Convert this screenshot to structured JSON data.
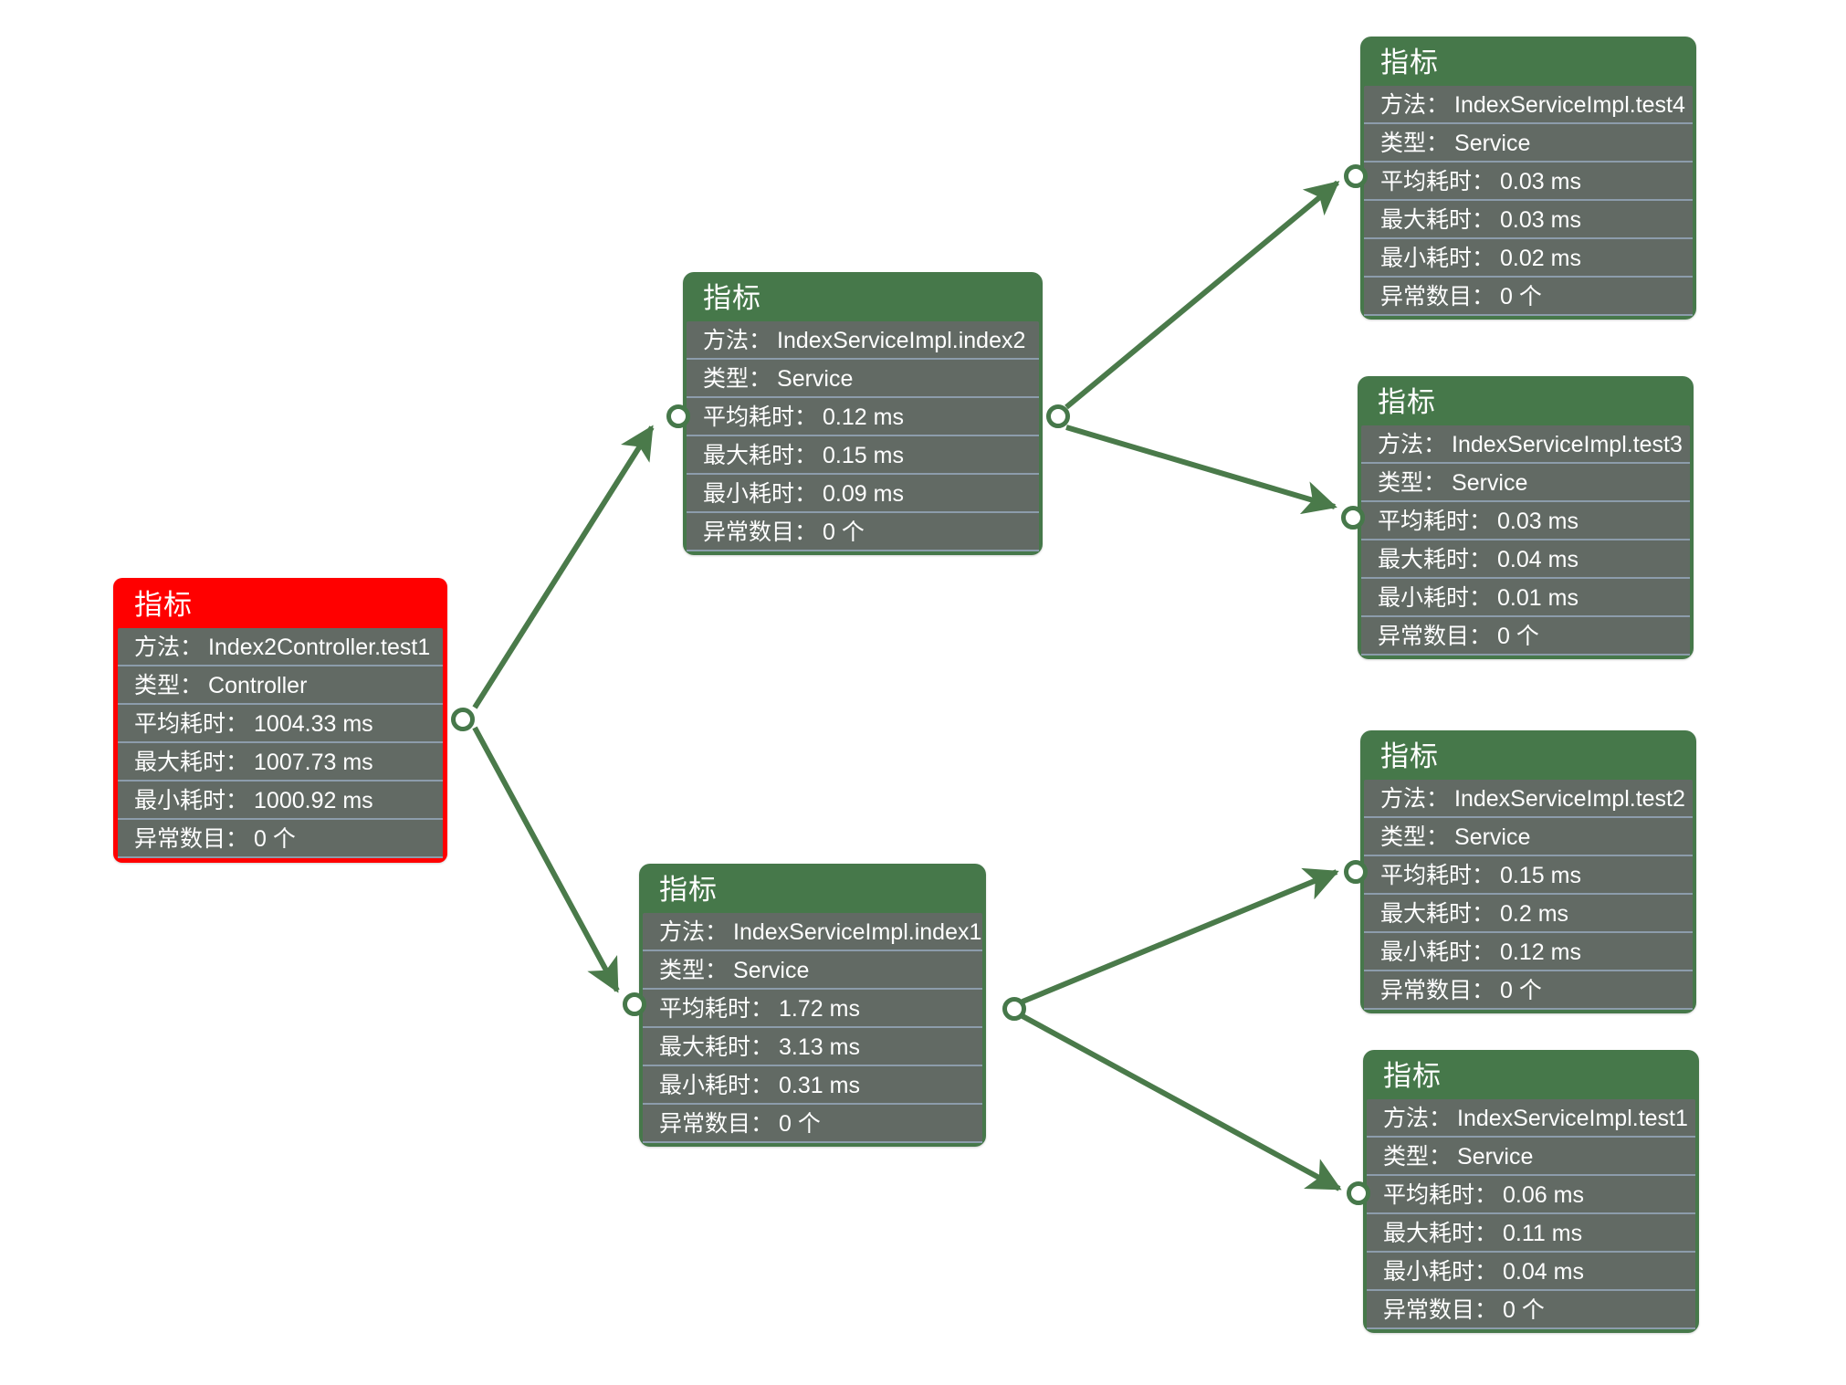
{
  "diagram": {
    "title_label": "指标",
    "field_labels": {
      "method": "方法：",
      "type": "类型：",
      "avg": "平均耗时：",
      "max": "最大耗时：",
      "min": "最小耗时：",
      "errors": "异常数目："
    },
    "colors": {
      "root_accent": "#ff0000",
      "node_accent": "#46784a",
      "body": "#626a64",
      "row_divider": "#8c9cab",
      "edge": "#4a7a4a",
      "text": "#ffffff",
      "background": "#ffffff"
    },
    "nodes": [
      {
        "id": "root",
        "header": "指标",
        "method": "Index2Controller.test1",
        "type": "Controller",
        "avg": "1004.33 ms",
        "max": "1007.73 ms",
        "min": "1000.92 ms",
        "errors": "0 个"
      },
      {
        "id": "index2",
        "header": "指标",
        "method": "IndexServiceImpl.index2",
        "type": "Service",
        "avg": "0.12 ms",
        "max": "0.15 ms",
        "min": "0.09 ms",
        "errors": "0 个"
      },
      {
        "id": "index1",
        "header": "指标",
        "method": "IndexServiceImpl.index1",
        "type": "Service",
        "avg": "1.72 ms",
        "max": "3.13 ms",
        "min": "0.31 ms",
        "errors": "0 个"
      },
      {
        "id": "test4",
        "header": "指标",
        "method": "IndexServiceImpl.test4",
        "type": "Service",
        "avg": "0.03 ms",
        "max": "0.03 ms",
        "min": "0.02 ms",
        "errors": "0 个"
      },
      {
        "id": "test3",
        "header": "指标",
        "method": "IndexServiceImpl.test3",
        "type": "Service",
        "avg": "0.03 ms",
        "max": "0.04 ms",
        "min": "0.01 ms",
        "errors": "0 个"
      },
      {
        "id": "test2",
        "header": "指标",
        "method": "IndexServiceImpl.test2",
        "type": "Service",
        "avg": "0.15 ms",
        "max": "0.2 ms",
        "min": "0.12 ms",
        "errors": "0 个"
      },
      {
        "id": "test1",
        "header": "指标",
        "method": "IndexServiceImpl.test1",
        "type": "Service",
        "avg": "0.06 ms",
        "max": "0.11 ms",
        "min": "0.04 ms",
        "errors": "0 个"
      }
    ],
    "edges": [
      {
        "from": "root",
        "to": "index2"
      },
      {
        "from": "root",
        "to": "index1"
      },
      {
        "from": "index2",
        "to": "test4"
      },
      {
        "from": "index2",
        "to": "test3"
      },
      {
        "from": "index1",
        "to": "test2"
      },
      {
        "from": "index1",
        "to": "test1"
      }
    ]
  }
}
